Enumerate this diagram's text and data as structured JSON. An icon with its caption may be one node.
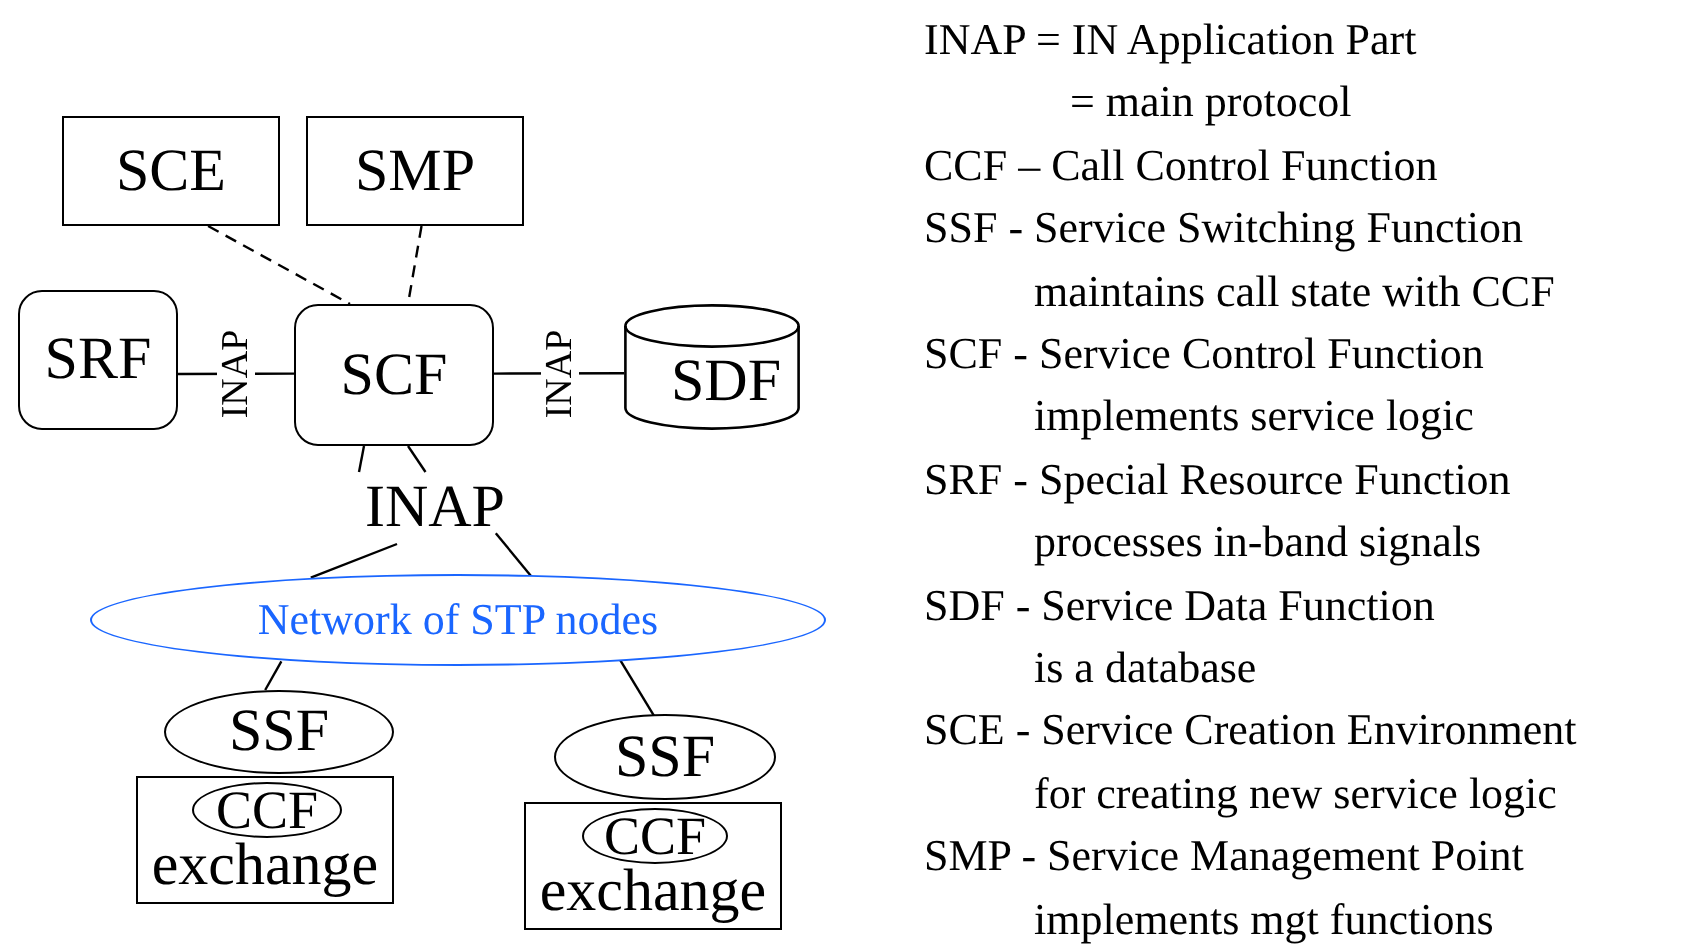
{
  "diagram": {
    "nodes": [
      {
        "text": [
          "SCE"
        ]
      },
      {
        "text": [
          "SMP"
        ]
      },
      {
        "text": [
          "SRF"
        ]
      },
      {
        "text": [
          "SCF"
        ]
      },
      {
        "text": [
          "SDF"
        ]
      },
      {
        "text": [
          "INAP"
        ]
      },
      {
        "text": [
          "Network of STP nodes"
        ]
      },
      {
        "text": [
          "SSF"
        ]
      },
      {
        "text": [
          "exchange"
        ]
      },
      {
        "text": [
          "CCF"
        ],
        "in": 8
      },
      {
        "text": [
          "SSF"
        ]
      },
      {
        "text": [
          "exchange"
        ]
      },
      {
        "text": [
          "CCF"
        ],
        "in": 11
      }
    ],
    "edges": [
      {
        "from": 0,
        "to": 3,
        "arrow": "none",
        "style": "dashed"
      },
      {
        "from": 1,
        "to": 3,
        "arrow": "none",
        "style": "dashed"
      },
      {
        "from": 2,
        "to": 3,
        "arrow": "none",
        "label": "INAP"
      },
      {
        "from": 3,
        "to": 4,
        "arrow": "none",
        "label": "INAP"
      },
      {
        "from": 3,
        "to": 5,
        "arrow": "none"
      },
      {
        "from": 3,
        "to": 5,
        "arrow": "none"
      },
      {
        "from": 5,
        "to": 6,
        "arrow": "none"
      },
      {
        "from": 5,
        "to": 6,
        "arrow": "none"
      },
      {
        "from": 6,
        "to": 7,
        "arrow": "none"
      },
      {
        "from": 6,
        "to": 10,
        "arrow": "none"
      }
    ],
    "labels": [
      "INAP = IN Application Part",
      "= main protocol",
      "CCF – Call Control Function",
      "SSF - Service Switching Function",
      "maintains call state with CCF",
      "SCF - Service Control Function",
      "implements service logic",
      "SRF - Special Resource Function",
      "processes in-band signals",
      "SDF - Service Data Function",
      "is a database",
      "SCE - Service Creation Environment",
      "for creating new service logic",
      "SMP - Service Management Point",
      "implements mgt functions"
    ]
  }
}
